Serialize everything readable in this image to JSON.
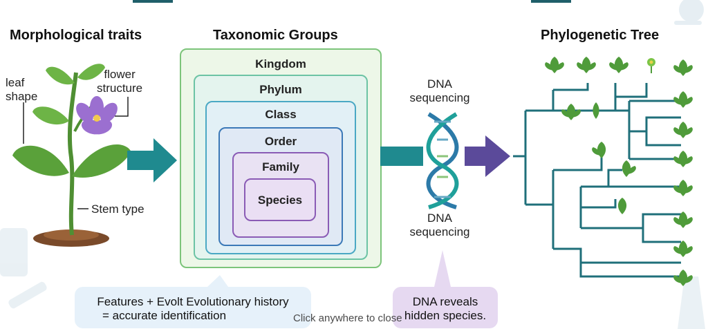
{
  "morphology": {
    "heading": "Morphological traits",
    "label_leaf": "leaf\nshape",
    "label_flower": "flower\nstructure",
    "label_stem": "Stem type"
  },
  "taxonomy": {
    "heading": "Taxonomic Groups",
    "levels": [
      "Kingdom",
      "Phylum",
      "Class",
      "Order",
      "Family",
      "Species"
    ]
  },
  "dna": {
    "label_top": "DNA\nsequencing",
    "label_bottom": "DNA\nsequencing"
  },
  "phylogeny": {
    "heading": "Phylogenetic Tree"
  },
  "callouts": {
    "left_line1": "Features + Evolt Evolutionary history",
    "left_line2": "= accurate identification",
    "right_line1": "DNA reveals",
    "right_line2": "hidden species."
  },
  "overlay": {
    "dismiss_hint": "Click anywhere to close"
  },
  "colors": {
    "kingdom_border": "#7cc47a",
    "kingdom_fill": "#edf7e8",
    "phylum_border": "#6cc3a4",
    "class_border": "#4aa8c4",
    "order_border": "#3b79b7",
    "family_border": "#8a5bb5",
    "species_border": "#8a5bb5",
    "species_fill": "#eadff4",
    "arrow_teal": "#1f8a8f",
    "tree_teal": "#1f6f7a",
    "leaf_green": "#4f9b3a"
  }
}
